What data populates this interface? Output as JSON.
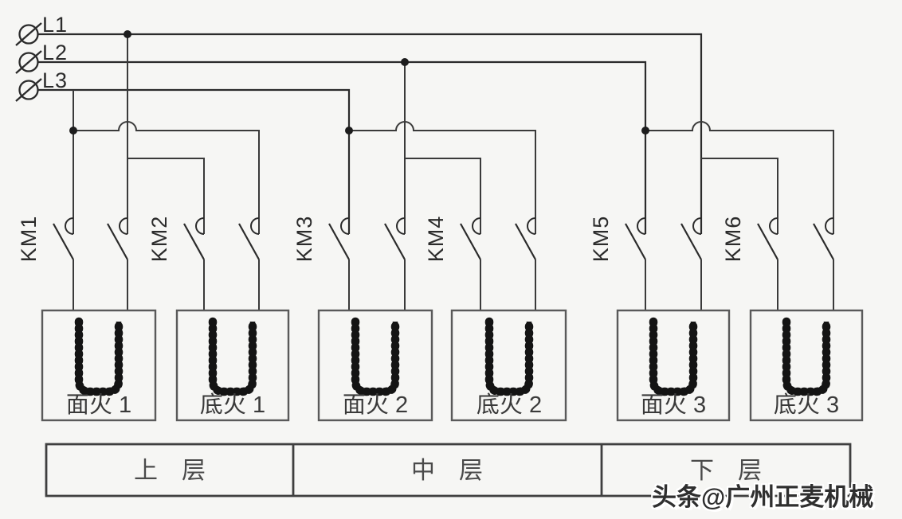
{
  "diagram": {
    "type": "electrical-wiring-schematic",
    "colors": {
      "background": "#f6f6f4",
      "line": "#2b2b2b",
      "text": "#3a3a3a"
    },
    "phase_terminals": [
      {
        "label": "L1"
      },
      {
        "label": "L2"
      },
      {
        "label": "L3"
      }
    ],
    "contactors": [
      {
        "label": "KM1"
      },
      {
        "label": "KM2"
      },
      {
        "label": "KM3"
      },
      {
        "label": "KM4"
      },
      {
        "label": "KM5"
      },
      {
        "label": "KM6"
      }
    ],
    "heating_elements": [
      {
        "label": "面火 1"
      },
      {
        "label": "底火 1"
      },
      {
        "label": "面火 2"
      },
      {
        "label": "底火 2"
      },
      {
        "label": "面火 3"
      },
      {
        "label": "底火 3"
      }
    ],
    "oven_layers": [
      {
        "label": "上　层"
      },
      {
        "label": "中　层"
      },
      {
        "label": "下　层"
      }
    ],
    "watermark": {
      "text": "头条@广州正麦机械"
    }
  }
}
